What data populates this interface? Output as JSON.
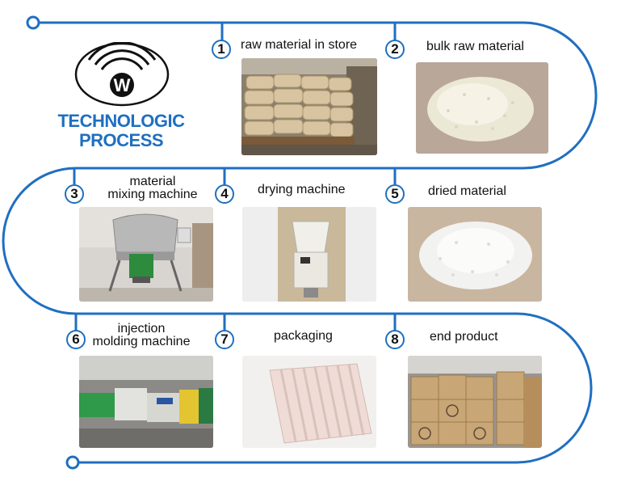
{
  "header": {
    "title_line1": "TECHNOLOGIC",
    "title_line2": "PROCESS",
    "logo_letter": "W"
  },
  "colors": {
    "accent": "#1f6fc0",
    "text": "#111111"
  },
  "steps": [
    {
      "number": "1",
      "label": "raw material in store"
    },
    {
      "number": "2",
      "label": "bulk raw material"
    },
    {
      "number": "3",
      "label_line1": "material",
      "label_line2": "mixing machine"
    },
    {
      "number": "4",
      "label": "drying machine"
    },
    {
      "number": "5",
      "label": "dried material"
    },
    {
      "number": "6",
      "label_line1": "injection",
      "label_line2": "molding machine"
    },
    {
      "number": "7",
      "label": "packaging"
    },
    {
      "number": "8",
      "label": "end product"
    }
  ]
}
